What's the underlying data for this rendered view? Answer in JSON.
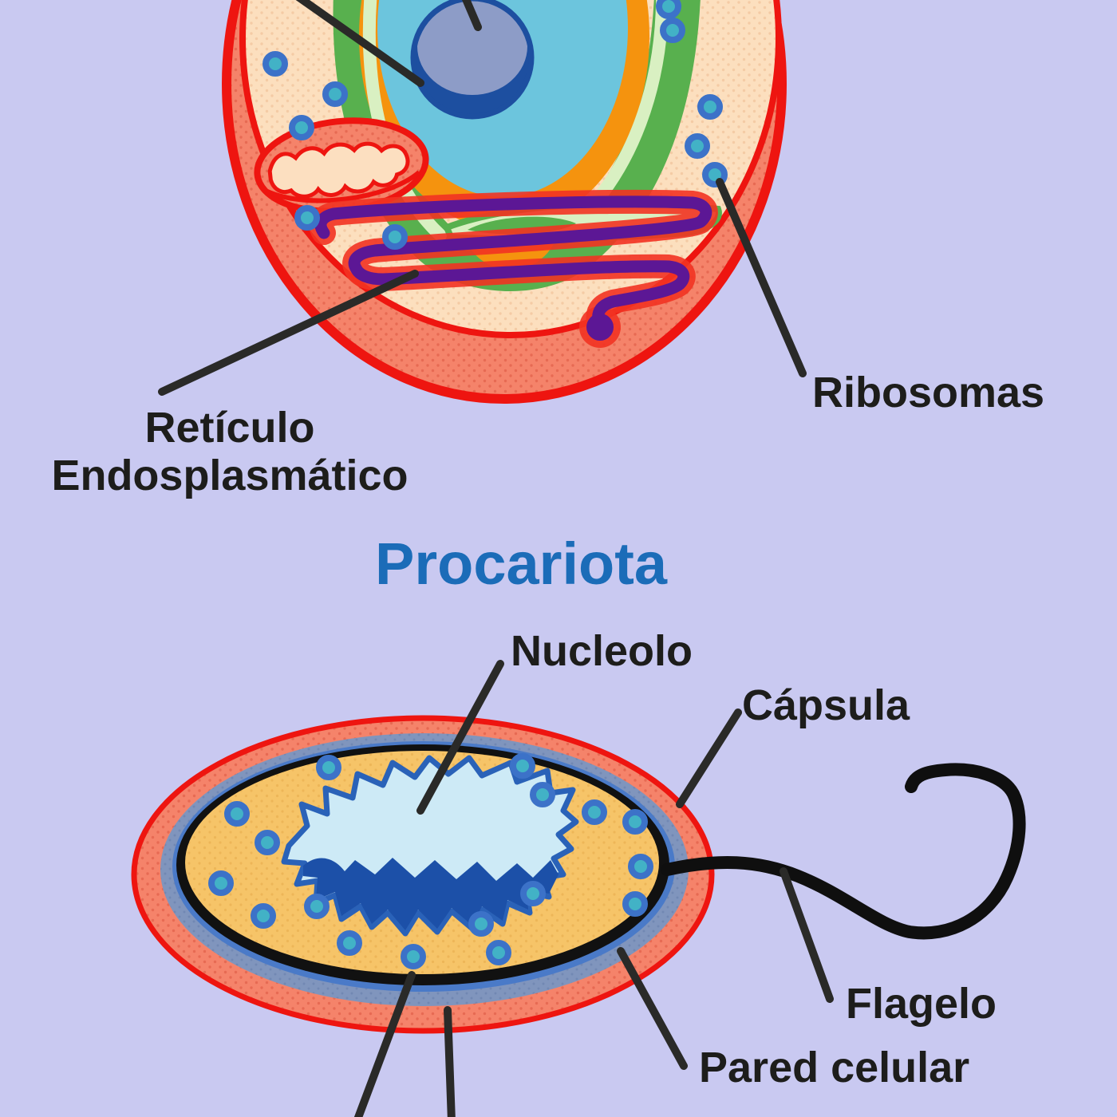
{
  "title": {
    "text": "Procariota"
  },
  "eukaryote_labels": {
    "reticulo_line1": "Retículo",
    "reticulo_line2": "Endosplasmático",
    "ribosomas": "Ribosomas"
  },
  "prokaryote_labels": {
    "nucleolo": "Nucleolo",
    "capsula": "Cápsula",
    "flagelo": "Flagelo",
    "pared_celular": "Pared celular"
  },
  "colors": {
    "background": "#c9c9f1",
    "title_blue": "#1b6cb8",
    "label_text": "#1d1d1b",
    "membrane_red": "#ee1510",
    "cytoplasm_peach": "#fcdfbe",
    "cytoplasm_salmon": "#f5836a",
    "nucleus_cyan": "#6cc5dd",
    "nuclear_ring_orange": "#f5930e",
    "nucleolus_gray": "#8d9cc7",
    "nucleolus_blue": "#1d4fa0",
    "golgi_green": "#58b04e",
    "golgi_light": "#d9f0c2",
    "er_purple": "#5c1795",
    "er_glow_red": "#f23322",
    "ribosome_ring_blue": "#3c72c8",
    "ribosome_core_teal": "#42b2c6",
    "prokaryote_cytoplasm_orange": "#f6c468",
    "cell_wall_bluegray": "#8095bd",
    "inner_membrane_blue": "#4a7ac8",
    "plasma_membrane_black": "#111111",
    "nucleoid_lightblue": "#cdeaf6",
    "nucleoid_darkblue": "#1c50a8",
    "flagellum_black": "#0f0f0f",
    "pointer_line": "#2a2a28"
  }
}
